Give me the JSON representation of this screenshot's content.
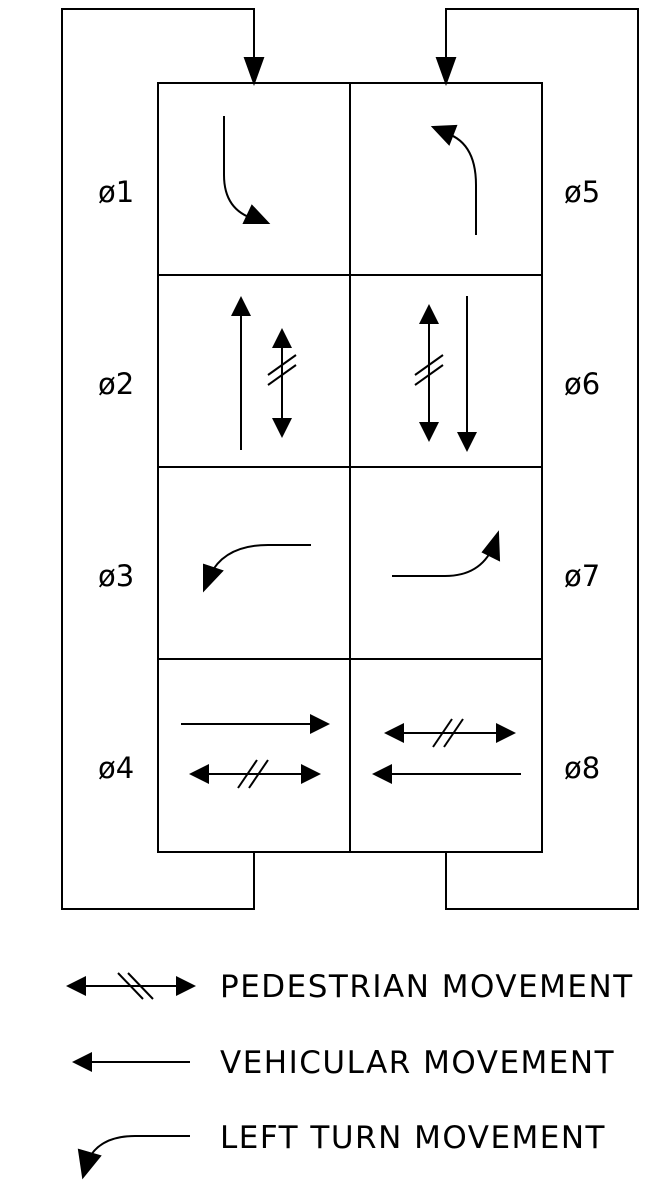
{
  "colors": {
    "ink": "#000000",
    "background": "#ffffff"
  },
  "phases": [
    {
      "id": "p1",
      "label": "ø1",
      "movement": "left-turn",
      "icon": "left-turn-arrow-icon"
    },
    {
      "id": "p2",
      "label": "ø2",
      "movement": "through-with-pedestrian",
      "icon": "through-and-pedestrian-icon"
    },
    {
      "id": "p3",
      "label": "ø3",
      "movement": "left-turn",
      "icon": "left-turn-arrow-icon"
    },
    {
      "id": "p4",
      "label": "ø4",
      "movement": "through-with-pedestrian",
      "icon": "through-and-pedestrian-icon"
    },
    {
      "id": "p5",
      "label": "ø5",
      "movement": "left-turn",
      "icon": "left-turn-arrow-icon"
    },
    {
      "id": "p6",
      "label": "ø6",
      "movement": "through-with-pedestrian",
      "icon": "through-and-pedestrian-icon"
    },
    {
      "id": "p7",
      "label": "ø7",
      "movement": "left-turn",
      "icon": "left-turn-arrow-icon"
    },
    {
      "id": "p8",
      "label": "ø8",
      "movement": "through-with-pedestrian",
      "icon": "through-and-pedestrian-icon"
    }
  ],
  "rings": [
    {
      "name": "ring-1",
      "phases": [
        "p1",
        "p2",
        "p3",
        "p4"
      ]
    },
    {
      "name": "ring-2",
      "phases": [
        "p5",
        "p6",
        "p7",
        "p8"
      ]
    }
  ],
  "legend": [
    {
      "label": "PEDESTRIAN MOVEMENT",
      "icon": "pedestrian-movement-icon"
    },
    {
      "label": "VEHICULAR MOVEMENT",
      "icon": "vehicular-movement-icon"
    },
    {
      "label": "LEFT TURN MOVEMENT",
      "icon": "left-turn-movement-icon"
    }
  ]
}
